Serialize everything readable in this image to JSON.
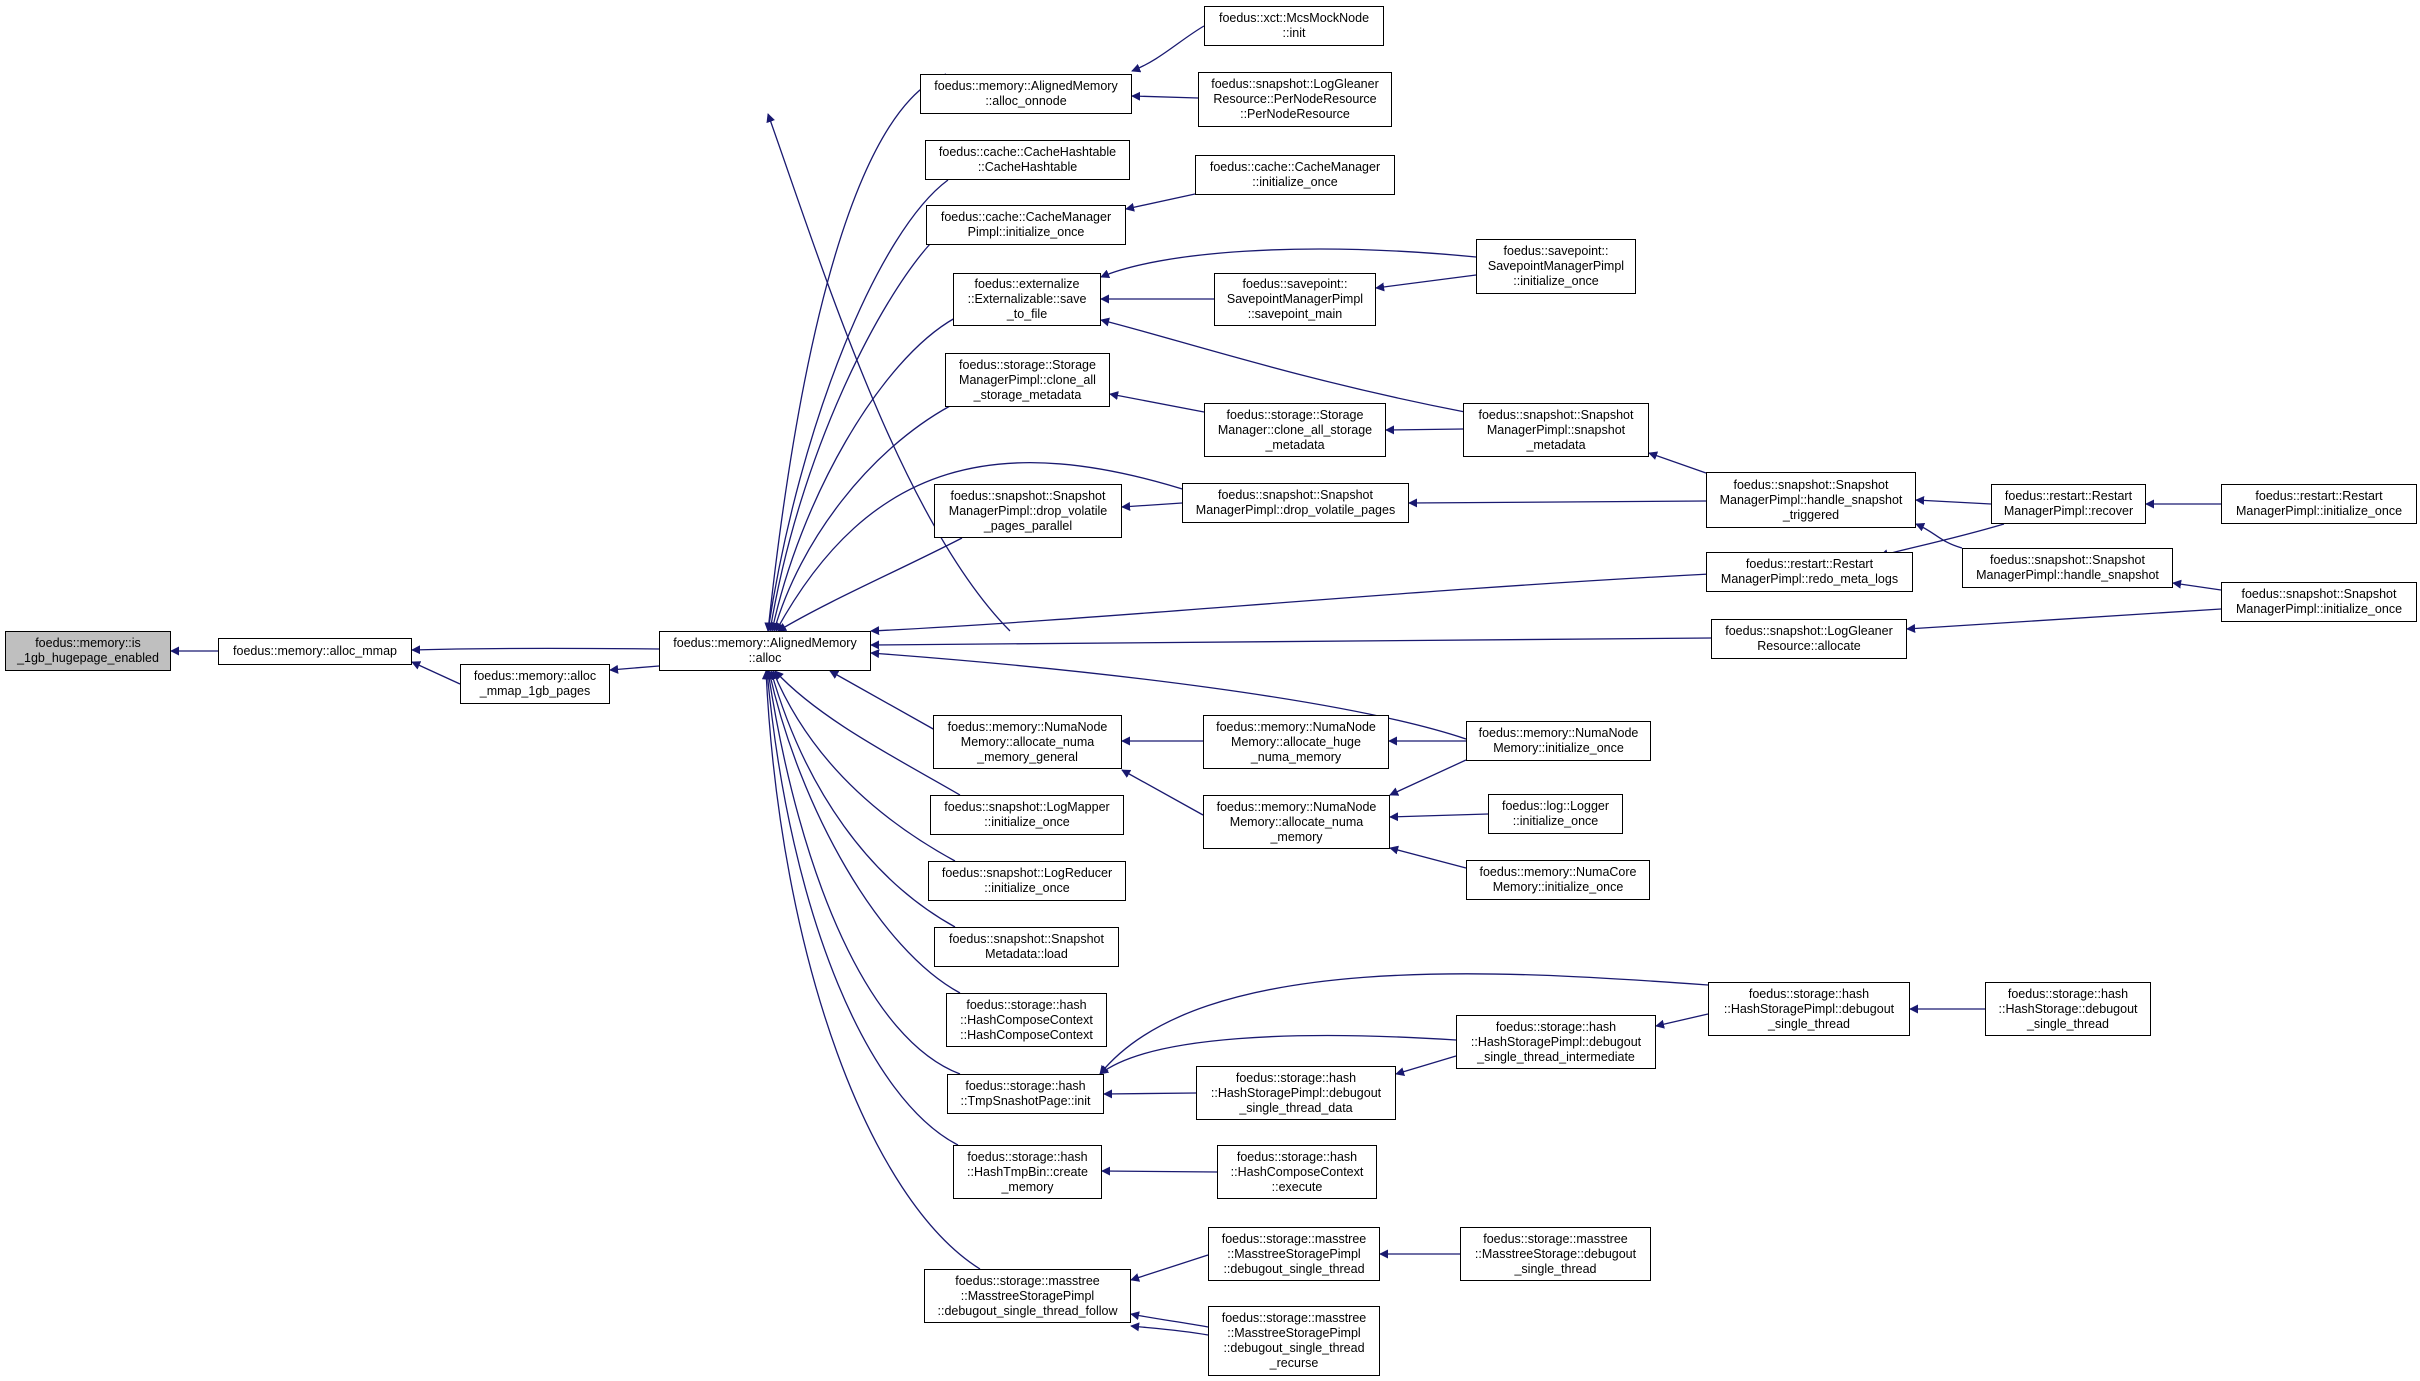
{
  "colors": {
    "edge": "#191970",
    "node_border": "#000000",
    "node_fill": "#ffffff",
    "root_fill": "#bfbfbf"
  },
  "nodes": {
    "is_1gb": {
      "lines": [
        "foedus::memory::is",
        "_1gb_hugepage_enabled"
      ]
    },
    "alloc_mmap": {
      "lines": [
        "foedus::memory::alloc_mmap"
      ]
    },
    "alloc_mmap_1gb": {
      "lines": [
        "foedus::memory::alloc",
        "_mmap_1gb_pages"
      ]
    },
    "am_alloc": {
      "lines": [
        "foedus::memory::AlignedMemory",
        "::alloc"
      ]
    },
    "am_alloc_onnode": {
      "lines": [
        "foedus::memory::AlignedMemory",
        "::alloc_onnode"
      ]
    },
    "xct_mcs": {
      "lines": [
        "foedus::xct::McsMockNode",
        "::init"
      ]
    },
    "lg_pernode": {
      "lines": [
        "foedus::snapshot::LogGleaner",
        "Resource::PerNodeResource",
        "::PerNodeResource"
      ]
    },
    "cache_hashtable": {
      "lines": [
        "foedus::cache::CacheHashtable",
        "::CacheHashtable"
      ]
    },
    "cache_mgr_pimpl_init": {
      "lines": [
        "foedus::cache::CacheManager",
        "Pimpl::initialize_once"
      ]
    },
    "cache_mgr_init": {
      "lines": [
        "foedus::cache::CacheManager",
        "::initialize_once"
      ]
    },
    "ext_save": {
      "lines": [
        "foedus::externalize",
        "::Externalizable::save",
        "_to_file"
      ]
    },
    "sp_main": {
      "lines": [
        "foedus::savepoint::",
        "SavepointManagerPimpl",
        "::savepoint_main"
      ]
    },
    "sp_init": {
      "lines": [
        "foedus::savepoint::",
        "SavepointManagerPimpl",
        "::initialize_once"
      ]
    },
    "smp_clone": {
      "lines": [
        "foedus::storage::Storage",
        "ManagerPimpl::clone_all",
        "_storage_metadata"
      ]
    },
    "sm_clone": {
      "lines": [
        "foedus::storage::Storage",
        "Manager::clone_all_storage",
        "_metadata"
      ]
    },
    "snap_meta": {
      "lines": [
        "foedus::snapshot::Snapshot",
        "ManagerPimpl::snapshot",
        "_metadata"
      ]
    },
    "drop_parallel": {
      "lines": [
        "foedus::snapshot::Snapshot",
        "ManagerPimpl::drop_volatile",
        "_pages_parallel"
      ]
    },
    "drop_pages": {
      "lines": [
        "foedus::snapshot::Snapshot",
        "ManagerPimpl::drop_volatile_pages"
      ]
    },
    "handle_triggered": {
      "lines": [
        "foedus::snapshot::Snapshot",
        "ManagerPimpl::handle_snapshot",
        "_triggered"
      ]
    },
    "restart_recover": {
      "lines": [
        "foedus::restart::Restart",
        "ManagerPimpl::recover"
      ]
    },
    "restart_init": {
      "lines": [
        "foedus::restart::Restart",
        "ManagerPimpl::initialize_once"
      ]
    },
    "redo_meta": {
      "lines": [
        "foedus::restart::Restart",
        "ManagerPimpl::redo_meta_logs"
      ]
    },
    "handle_snapshot": {
      "lines": [
        "foedus::snapshot::Snapshot",
        "ManagerPimpl::handle_snapshot"
      ]
    },
    "snap_init": {
      "lines": [
        "foedus::snapshot::Snapshot",
        "ManagerPimpl::initialize_once"
      ]
    },
    "lg_allocate": {
      "lines": [
        "foedus::snapshot::LogGleaner",
        "Resource::allocate"
      ]
    },
    "numa_general": {
      "lines": [
        "foedus::memory::NumaNode",
        "Memory::allocate_numa",
        "_memory_general"
      ]
    },
    "numa_huge": {
      "lines": [
        "foedus::memory::NumaNode",
        "Memory::allocate_huge",
        "_numa_memory"
      ]
    },
    "numa_node_init": {
      "lines": [
        "foedus::memory::NumaNode",
        "Memory::initialize_once"
      ]
    },
    "numa_mem": {
      "lines": [
        "foedus::memory::NumaNode",
        "Memory::allocate_numa",
        "_memory"
      ]
    },
    "logger_init": {
      "lines": [
        "foedus::log::Logger",
        "::initialize_once"
      ]
    },
    "numa_core_init": {
      "lines": [
        "foedus::memory::NumaCore",
        "Memory::initialize_once"
      ]
    },
    "mapper_init": {
      "lines": [
        "foedus::snapshot::LogMapper",
        "::initialize_once"
      ]
    },
    "reducer_init": {
      "lines": [
        "foedus::snapshot::LogReducer",
        "::initialize_once"
      ]
    },
    "snap_meta_load": {
      "lines": [
        "foedus::snapshot::Snapshot",
        "Metadata::load"
      ]
    },
    "hash_compose_ctx": {
      "lines": [
        "foedus::storage::hash",
        "::HashComposeContext",
        "::HashComposeContext"
      ]
    },
    "hash_dbg": {
      "lines": [
        "foedus::storage::hash",
        "::HashStoragePimpl::debugout",
        "_single_thread"
      ]
    },
    "hash_storage_dbg": {
      "lines": [
        "foedus::storage::hash",
        "::HashStorage::debugout",
        "_single_thread"
      ]
    },
    "hash_dbg_inter": {
      "lines": [
        "foedus::storage::hash",
        "::HashStoragePimpl::debugout",
        "_single_thread_intermediate"
      ]
    },
    "tmp_snap_init": {
      "lines": [
        "foedus::storage::hash",
        "::TmpSnashotPage::init"
      ]
    },
    "hash_dbg_data": {
      "lines": [
        "foedus::storage::hash",
        "::HashStoragePimpl::debugout",
        "_single_thread_data"
      ]
    },
    "hash_tmpbin": {
      "lines": [
        "foedus::storage::hash",
        "::HashTmpBin::create",
        "_memory"
      ]
    },
    "hash_execute": {
      "lines": [
        "foedus::storage::hash",
        "::HashComposeContext",
        "::execute"
      ]
    },
    "mt_follow": {
      "lines": [
        "foedus::storage::masstree",
        "::MasstreeStoragePimpl",
        "::debugout_single_thread_follow"
      ]
    },
    "mt_pimpl_dbg": {
      "lines": [
        "foedus::storage::masstree",
        "::MasstreeStoragePimpl",
        "::debugout_single_thread"
      ]
    },
    "mt_storage_dbg": {
      "lines": [
        "foedus::storage::masstree",
        "::MasstreeStorage::debugout",
        "_single_thread"
      ]
    },
    "mt_recurse": {
      "lines": [
        "foedus::storage::masstree",
        "::MasstreeStoragePimpl",
        "::debugout_single_thread",
        "_recurse"
      ]
    }
  }
}
